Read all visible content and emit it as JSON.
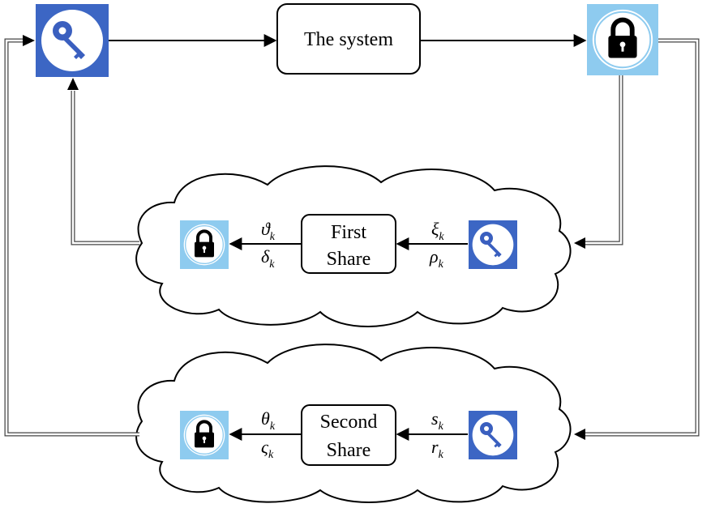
{
  "colors": {
    "key_tile_bg": "#3c66c4",
    "key_glyph": "#3a5fbf",
    "lock_tile_bg": "#8ecbef",
    "lock_glyph": "#000000",
    "line": "#000000",
    "double_line": "#444444"
  },
  "icons": {
    "key": "key-icon",
    "lock": "lock-icon"
  },
  "system": {
    "label": "The system"
  },
  "first_share": {
    "line1": "First",
    "line2": "Share",
    "input_vars": [
      {
        "symbol": "ξ",
        "subscript": "k"
      },
      {
        "symbol": "ρ",
        "subscript": "k"
      }
    ],
    "output_vars": [
      {
        "symbol": "ϑ",
        "subscript": "k"
      },
      {
        "symbol": "δ",
        "subscript": "k"
      }
    ]
  },
  "second_share": {
    "line1": "Second",
    "line2": "Share",
    "input_vars": [
      {
        "symbol": "s",
        "subscript": "k"
      },
      {
        "symbol": "r",
        "subscript": "k"
      }
    ],
    "output_vars": [
      {
        "symbol": "θ",
        "subscript": "k"
      },
      {
        "symbol": "ς",
        "subscript": "k"
      }
    ]
  }
}
